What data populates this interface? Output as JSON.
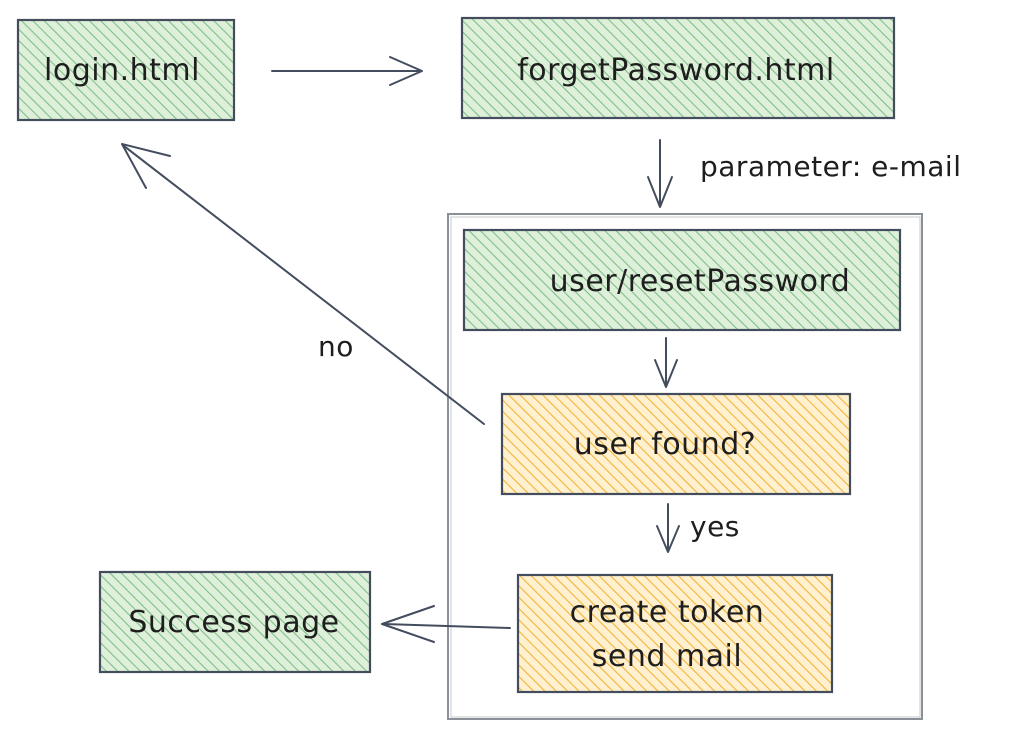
{
  "colors": {
    "stroke": "#434d5e",
    "ink": "#1e1e1e",
    "green_fill": "#dff0da",
    "green_hatch": "#7fbf8a",
    "orange_fill": "#fff1cf",
    "orange_hatch": "#f2b33b",
    "container_stroke": "#8a8f98"
  },
  "nodes": {
    "login": "login.html",
    "forget": "forgetPassword.html",
    "reset": "user/resetPassword",
    "found": "user found?",
    "token_line1": "create token",
    "token_line2": "send mail",
    "success": "Success page"
  },
  "edges": {
    "forget_to_reset": "parameter: e-mail",
    "found_no": "no",
    "found_yes": "yes"
  }
}
